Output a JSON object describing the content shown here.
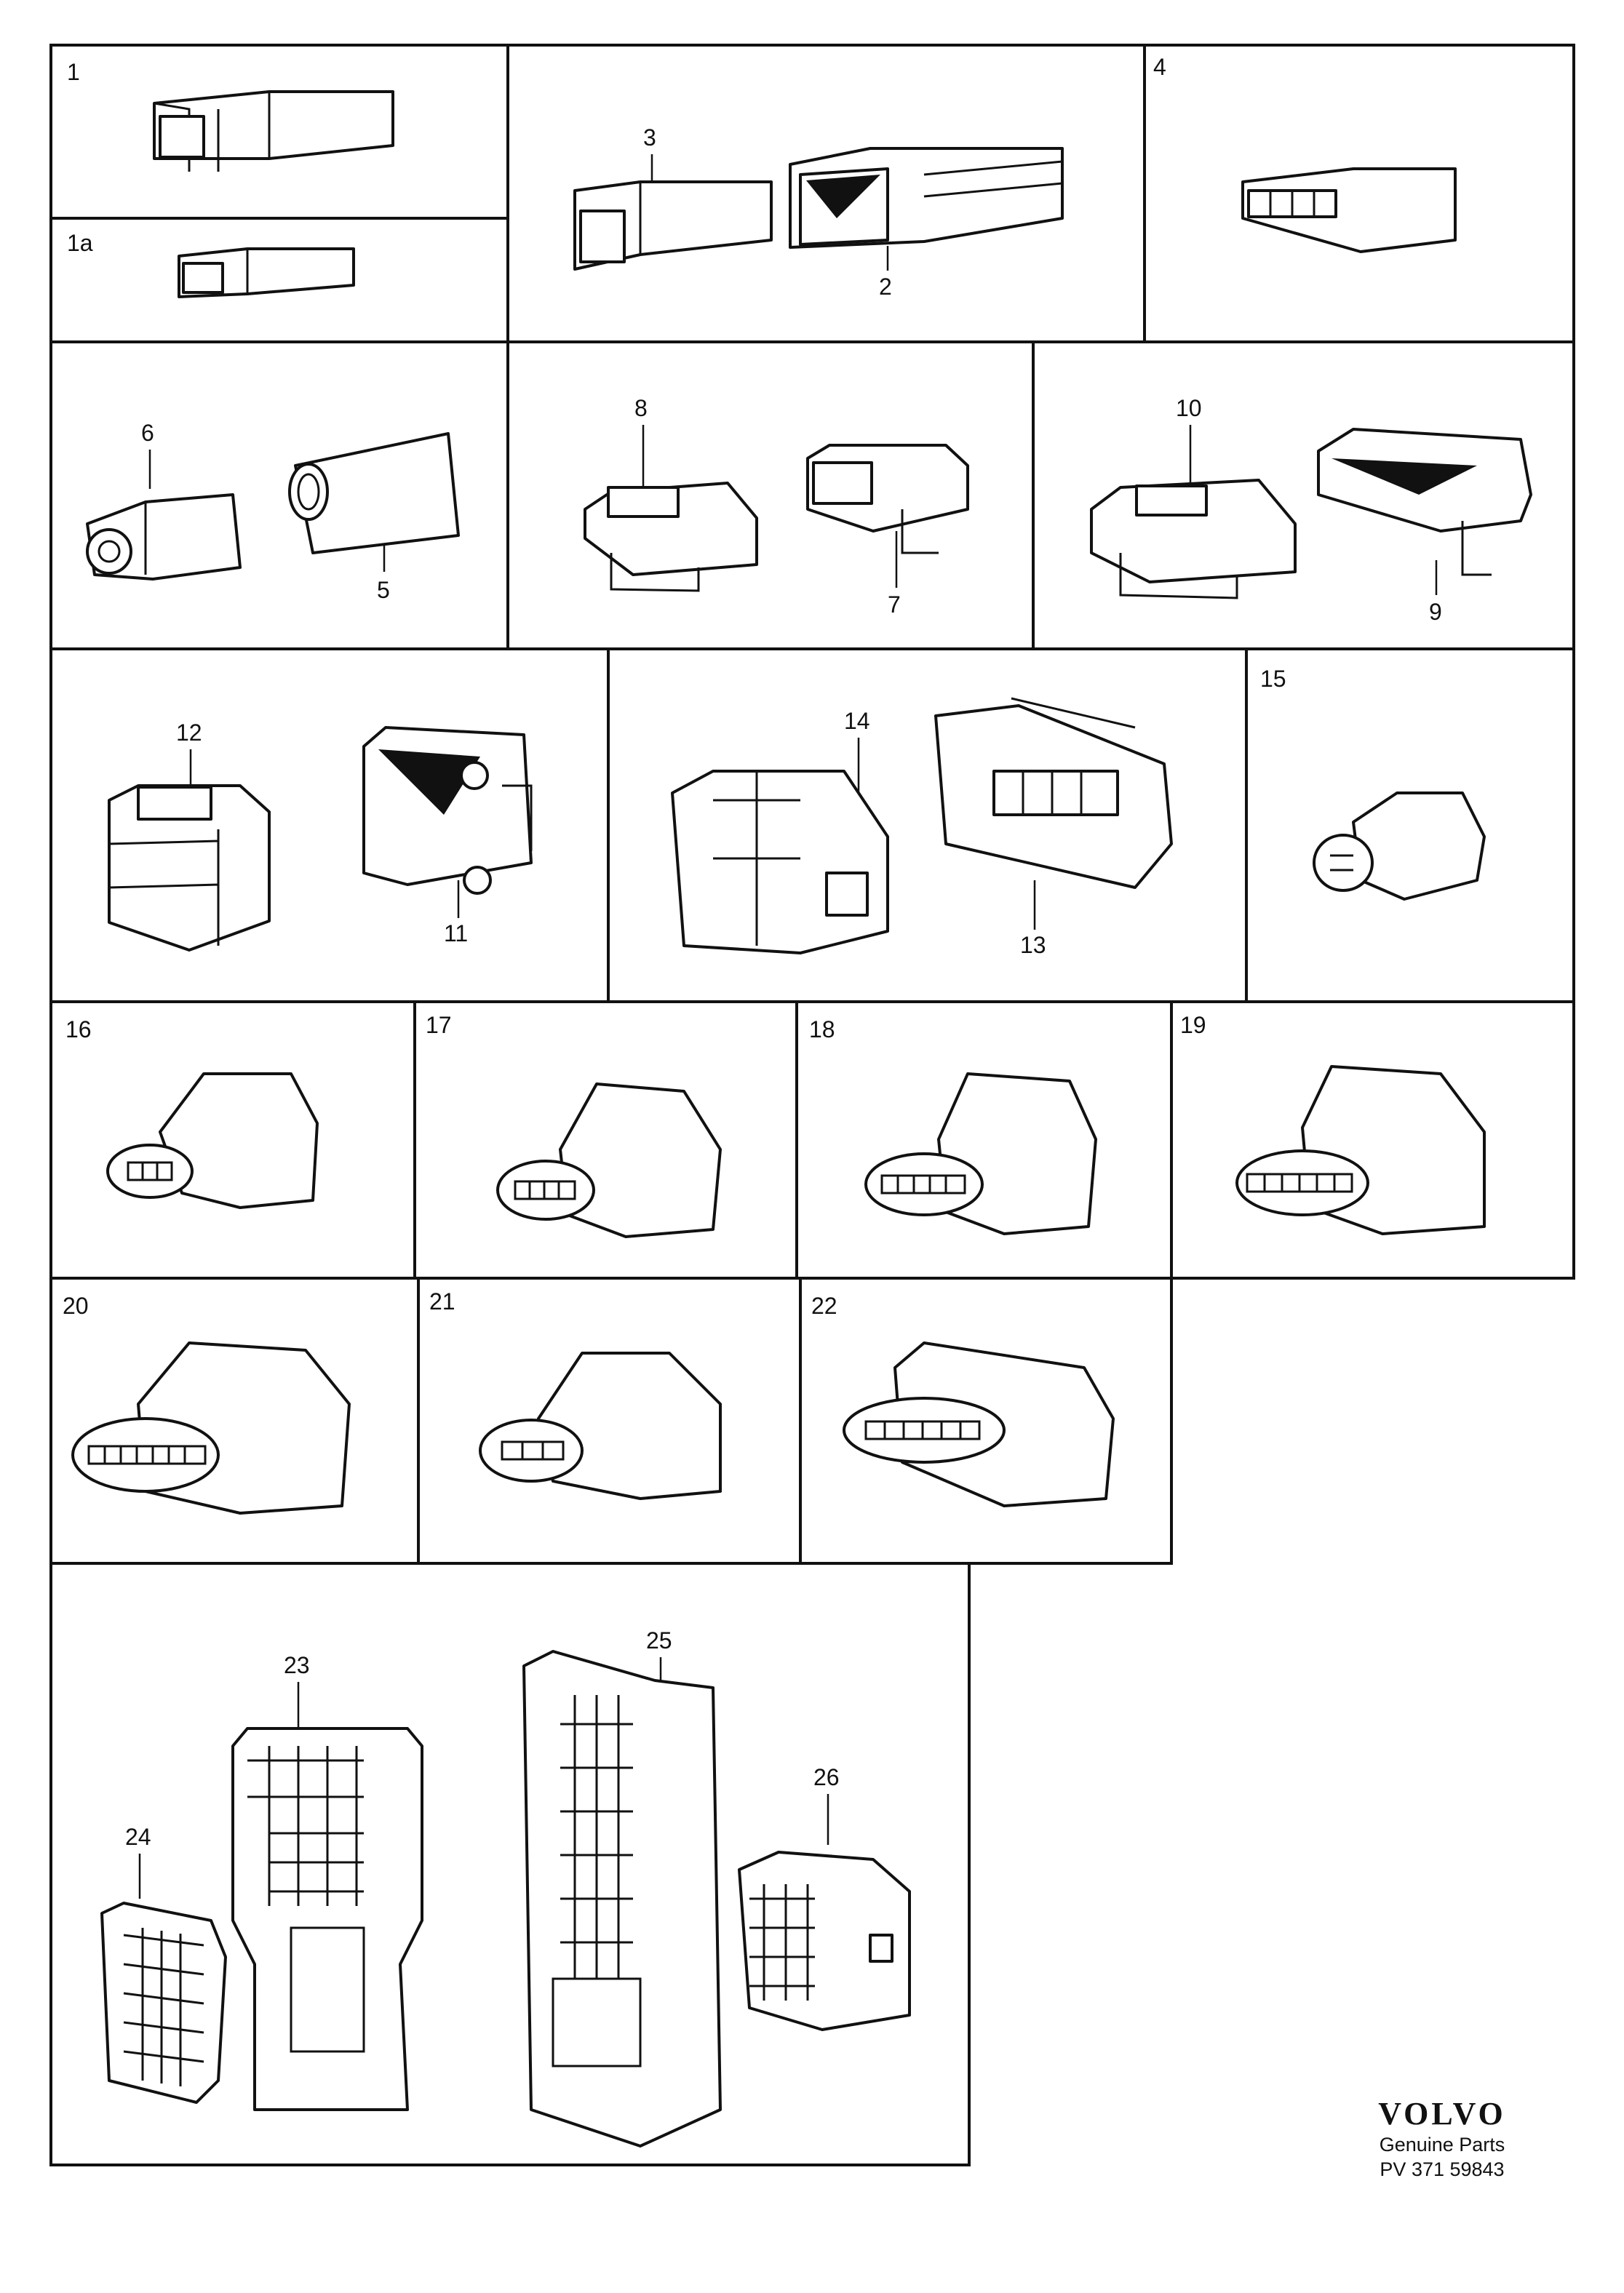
{
  "cells": [
    {
      "label": "1",
      "parts": []
    },
    {
      "label": "1a",
      "parts": []
    },
    {
      "label": "",
      "parts": [
        "3",
        "2"
      ]
    },
    {
      "label": "4",
      "parts": []
    },
    {
      "label": "",
      "parts": [
        "6",
        "5"
      ]
    },
    {
      "label": "",
      "parts": [
        "8",
        "7"
      ]
    },
    {
      "label": "",
      "parts": [
        "10",
        "9"
      ]
    },
    {
      "label": "",
      "parts": [
        "12",
        "11"
      ]
    },
    {
      "label": "",
      "parts": [
        "14",
        "13"
      ]
    },
    {
      "label": "15",
      "parts": []
    },
    {
      "label": "16",
      "parts": []
    },
    {
      "label": "17",
      "parts": []
    },
    {
      "label": "18",
      "parts": []
    },
    {
      "label": "19",
      "parts": []
    },
    {
      "label": "20",
      "parts": []
    },
    {
      "label": "21",
      "parts": []
    },
    {
      "label": "22",
      "parts": []
    },
    {
      "label": "",
      "parts": [
        "23",
        "24",
        "25",
        "26"
      ]
    }
  ],
  "brand": {
    "logo": "VOLVO",
    "line1": "Genuine Parts",
    "line2": "PV 371  59843"
  }
}
